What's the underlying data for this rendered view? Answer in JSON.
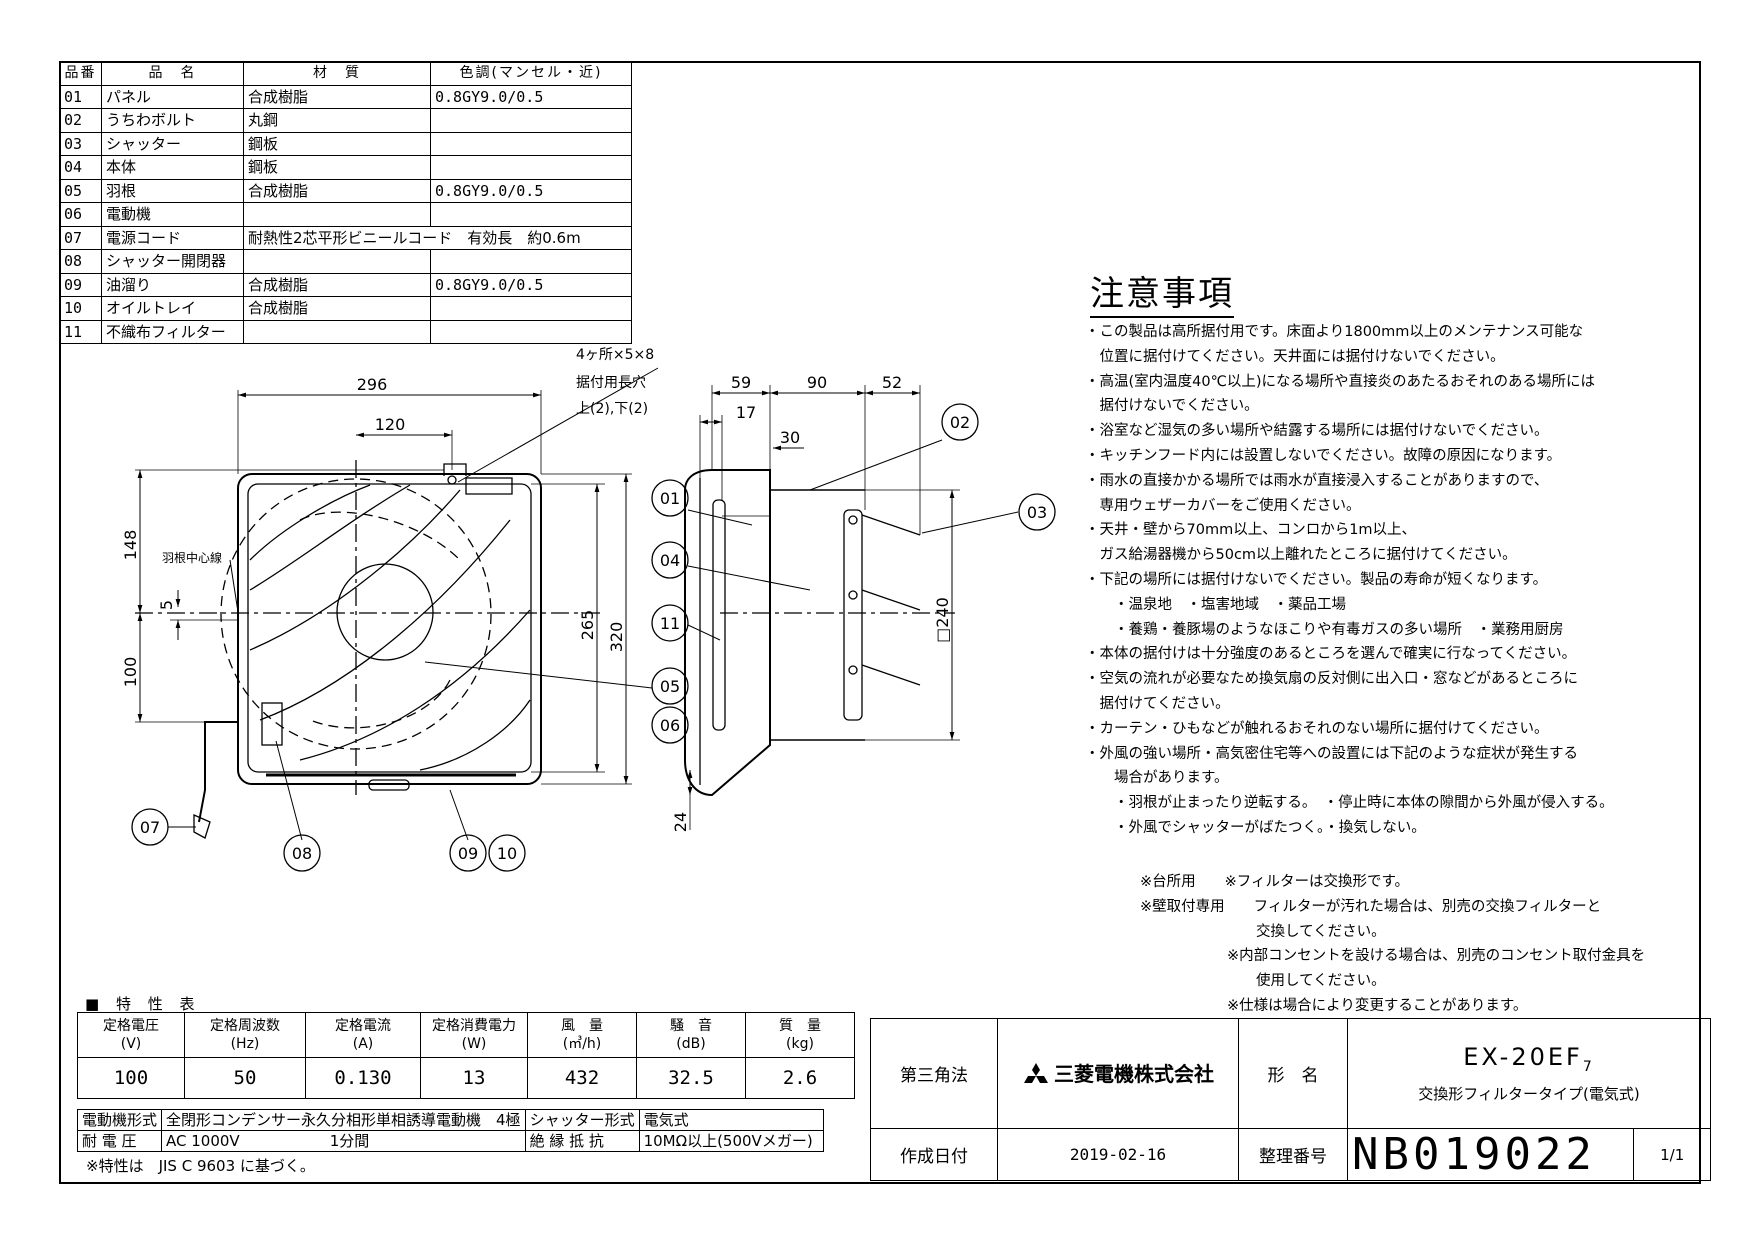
{
  "parts_table": {
    "headers": [
      "品番",
      "品　名",
      "材　質",
      "色調(マンセル・近)"
    ],
    "rows": [
      [
        "01",
        "パネル",
        "合成樹脂",
        "0.8GY9.0/0.5"
      ],
      [
        "02",
        "うちわボルト",
        "丸鋼",
        ""
      ],
      [
        "03",
        "シャッター",
        "鋼板",
        ""
      ],
      [
        "04",
        "本体",
        "鋼板",
        ""
      ],
      [
        "05",
        "羽根",
        "合成樹脂",
        "0.8GY9.0/0.5"
      ],
      [
        "06",
        "電動機",
        "",
        ""
      ],
      [
        "07",
        "電源コード",
        "耐熱性2芯平形ビニールコード　有効長　約0.6m",
        ""
      ],
      [
        "08",
        "シャッター開閉器",
        "",
        ""
      ],
      [
        "09",
        "油溜り",
        "合成樹脂",
        "0.8GY9.0/0.5"
      ],
      [
        "10",
        "オイルトレイ",
        "合成樹脂",
        ""
      ],
      [
        "11",
        "不織布フィルター",
        "",
        ""
      ]
    ]
  },
  "front_view": {
    "dim_296": "296",
    "dim_120": "120",
    "dim_148": "148",
    "dim_5": "5",
    "dim_100": "100",
    "dim_265": "265",
    "dim_320": "320",
    "hole_label_1": "4ヶ所×5×8",
    "hole_label_2": "据付用長穴",
    "hole_label_3": "上(2),下(2)",
    "fan_center": "羽根中心線",
    "tags": [
      "07",
      "08",
      "09",
      "10"
    ],
    "tag_05": "05",
    "tag_06": "06"
  },
  "side_view": {
    "dim_59": "59",
    "dim_90": "90",
    "dim_52": "52",
    "dim_17": "17",
    "dim_30": "30",
    "dim_24": "24",
    "dim_240": "□240",
    "tags": [
      "01",
      "04",
      "11",
      "02",
      "03"
    ]
  },
  "notes": {
    "title": "注意事項",
    "lines": [
      "・この製品は高所据付用です。床面より1800mm以上のメンテナンス可能な",
      "　位置に据付けてください。天井面には据付けないでください。",
      "・高温(室内温度40℃以上)になる場所や直接炎のあたるおそれのある場所には",
      "　据付けないでください。",
      "・浴室など湿気の多い場所や結露する場所には据付けないでください。",
      "・キッチンフード内には設置しないでください。故障の原因になります。",
      "・雨水の直接かかる場所では雨水が直接浸入することがありますので、",
      "　専用ウェザーカバーをご使用ください。",
      "・天井・壁から70mm以上、コンロから1m以上、",
      "　ガス給湯器機から50cm以上離れたところに据付けてください。",
      "・下記の場所には据付けないでください。製品の寿命が短くなります。",
      "　　・温泉地　・塩害地域　・薬品工場",
      "　　・養鶏・養豚場のようなほこりや有毒ガスの多い場所　・業務用厨房",
      "・本体の据付けは十分強度のあるところを選んで確実に行なってください。",
      "・空気の流れが必要なため換気扇の反対側に出入口・窓などがあるところに",
      "　据付けてください。",
      "・カーテン・ひもなどが触れるおそれのない場所に据付けてください。",
      "・外風の強い場所・高気密住宅等への設置には下記のような症状が発生する",
      "　　場合があります。",
      "　　・羽根が止まったり逆転する。　・停止時に本体の隙間から外風が侵入する。",
      "　　・外風でシャッターがばたつく。・換気しない。"
    ],
    "aux": [
      "※台所用　　※フィルターは交換形です。",
      "※壁取付専用　　フィルターが汚れた場合は、別売の交換フィルターと",
      "　　　　　　　　交換してください。",
      "　　　　　　※内部コンセントを設ける場合は、別売のコンセント取付金具を",
      "　　　　　　　　使用してください。",
      "　　　　　　※仕様は場合により変更することがあります。"
    ]
  },
  "spec": {
    "title": "■ 特 性 表",
    "headers": [
      [
        "定格電圧",
        "(V)"
      ],
      [
        "定格周波数",
        "(Hz)"
      ],
      [
        "定格電流",
        "(A)"
      ],
      [
        "定格消費電力",
        "(W)"
      ],
      [
        "風　量",
        "(㎥/h)"
      ],
      [
        "騒　音",
        "(dB)"
      ],
      [
        "質　量",
        "(kg)"
      ]
    ],
    "values": [
      "100",
      "50",
      "0.130",
      "13",
      "432",
      "32.5",
      "2.6"
    ],
    "motor_label": "電動機形式",
    "motor_value": "全閉形コンデンサー永久分相形単相誘導電動機　4極",
    "shutter_label": "シャッター形式",
    "shutter_value": "電気式",
    "withstand_label": "耐 電 圧",
    "withstand_value": "AC 1000V",
    "withstand_time": "1分間",
    "insulation_label": "絶 縁 抵 抗",
    "insulation_value": "10MΩ以上(500Vメガー)",
    "footnote": "※特性は　JIS C 9603 に基づく。"
  },
  "title_block": {
    "projection": "第三角法",
    "company": "三菱電機株式会社",
    "model_label": "形　名",
    "model_number": "EX-20EF",
    "model_sub": "7",
    "model_desc": "交換形フィルタータイプ(電気式)",
    "date_label": "作成日付",
    "date": "2019-02-16",
    "ref_label": "整理番号",
    "ref_number": "NB019022",
    "page": "1/1"
  }
}
